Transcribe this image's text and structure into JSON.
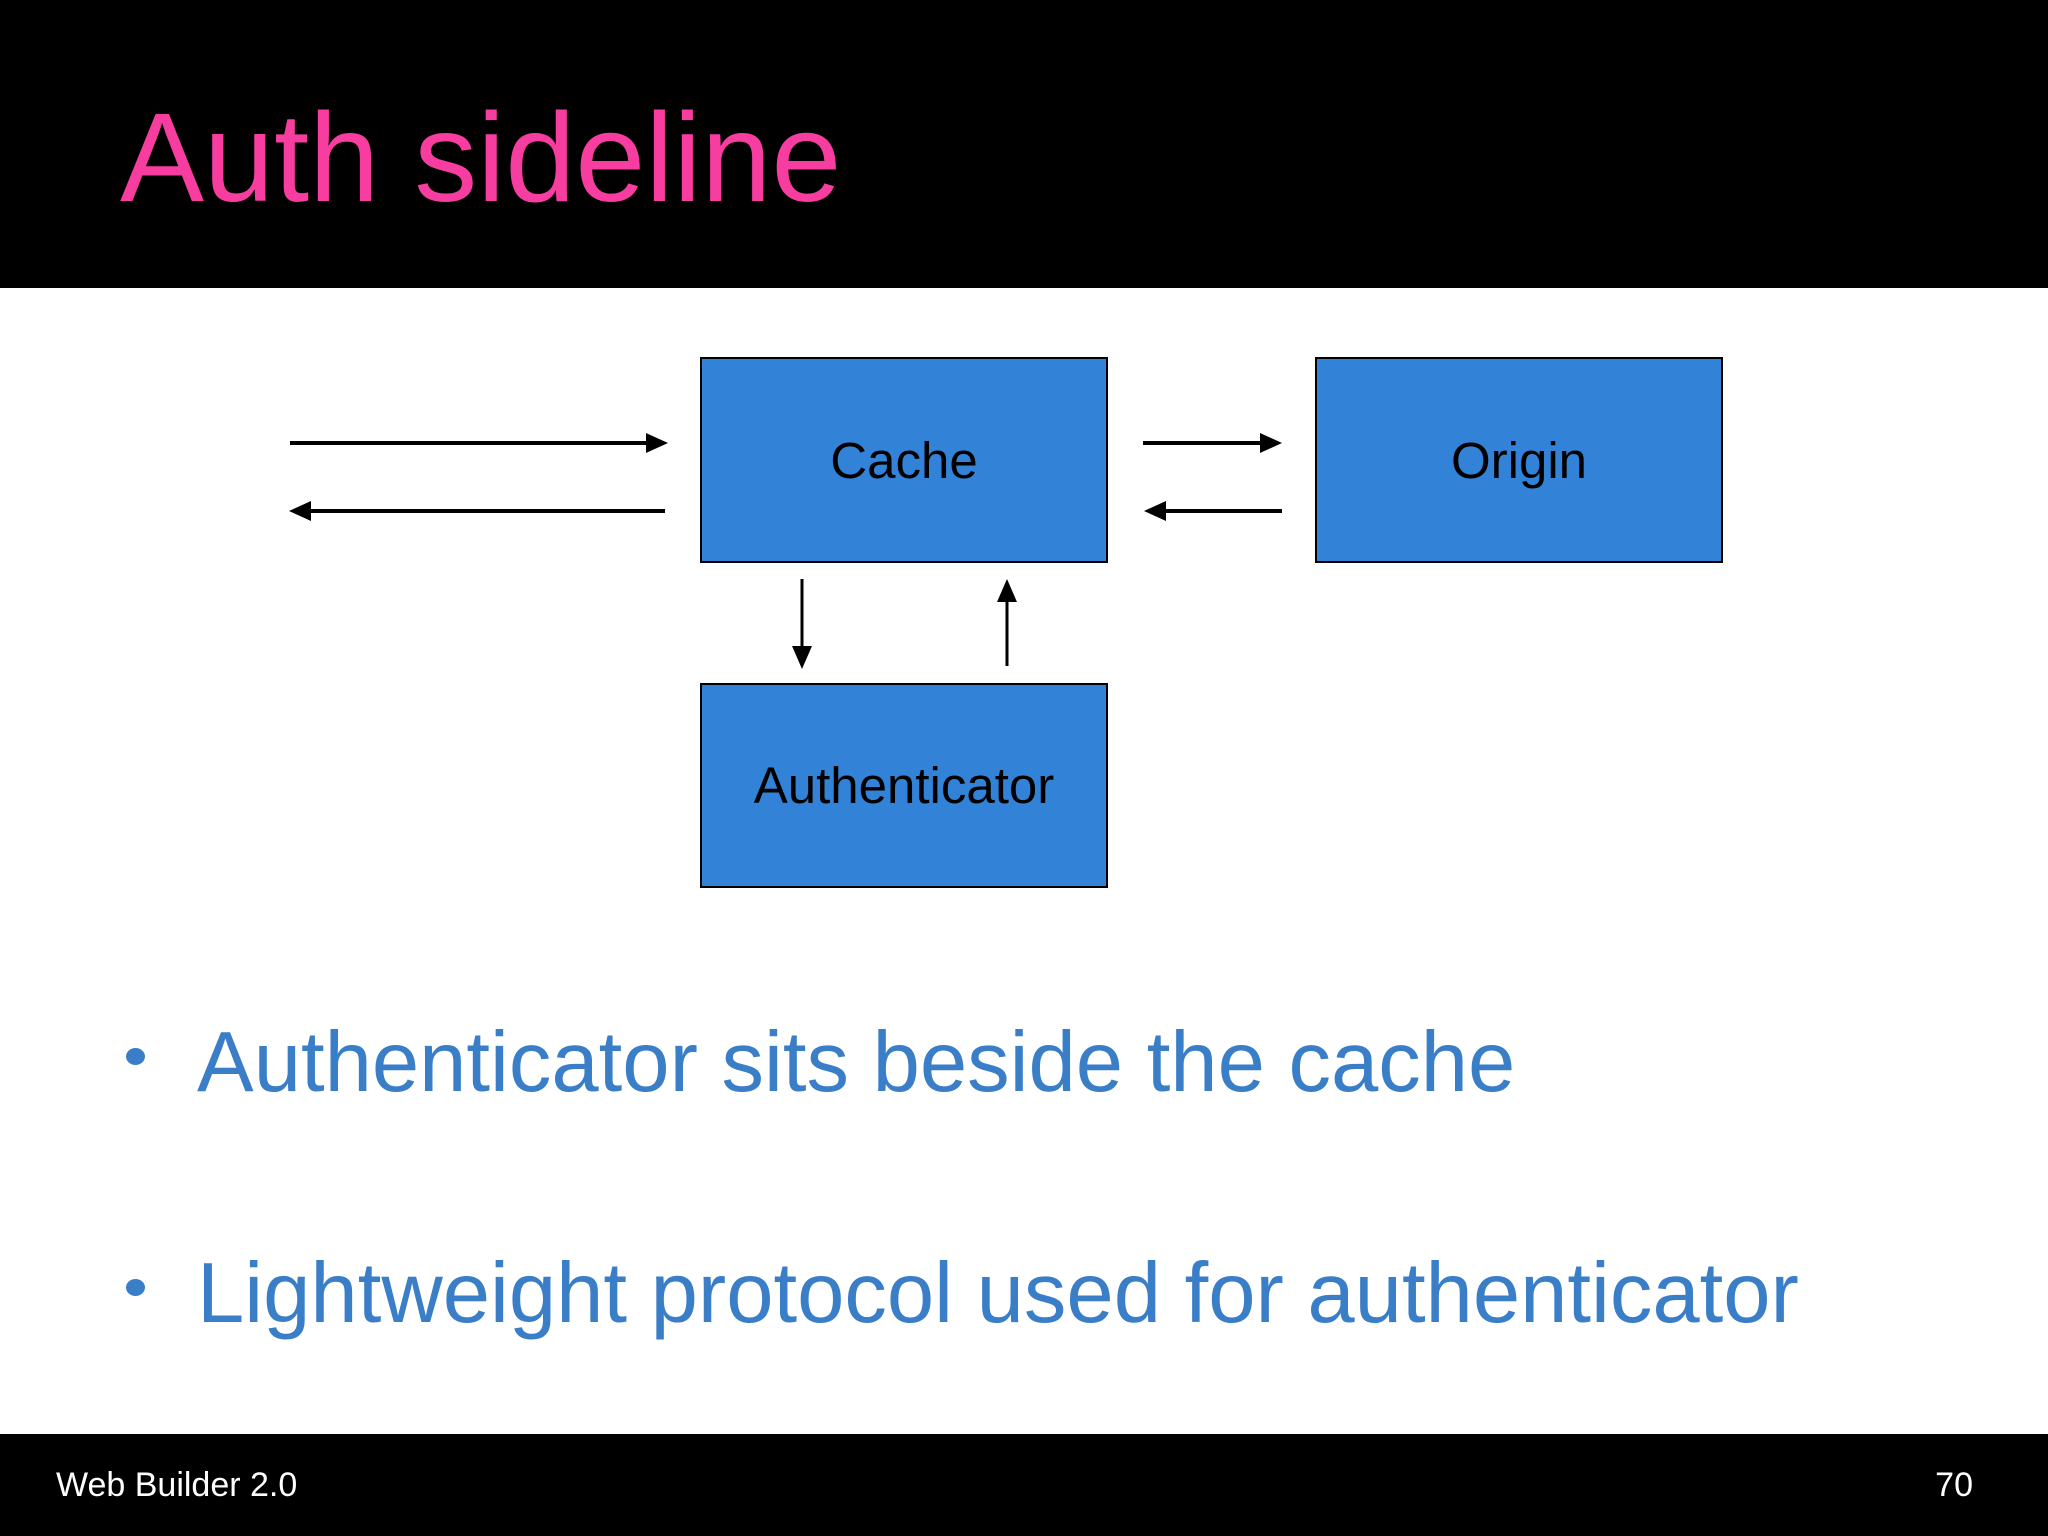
{
  "slide": {
    "title": "Auth sideline",
    "bullets": [
      "Authenticator sits beside the cache",
      "Lightweight protocol used for authenticator"
    ],
    "diagram": {
      "nodes": [
        {
          "id": "cache",
          "label": "Cache"
        },
        {
          "id": "origin",
          "label": "Origin"
        },
        {
          "id": "authenticator",
          "label": "Authenticator"
        }
      ],
      "edges": [
        {
          "name": "client-to-cache",
          "direction": "right"
        },
        {
          "name": "cache-to-client",
          "direction": "left"
        },
        {
          "name": "cache-to-origin",
          "direction": "right"
        },
        {
          "name": "origin-to-cache",
          "direction": "left"
        },
        {
          "name": "cache-to-authenticator",
          "direction": "down"
        },
        {
          "name": "authenticator-to-cache",
          "direction": "up"
        }
      ]
    },
    "footer": {
      "left": "Web Builder 2.0",
      "page_number": "70"
    },
    "colors": {
      "title_pink": "#F73DA0",
      "node_blue": "#3282D8",
      "bullet_blue": "#3A7EC8",
      "band_black": "#000000",
      "background": "#FFFFFF"
    }
  }
}
